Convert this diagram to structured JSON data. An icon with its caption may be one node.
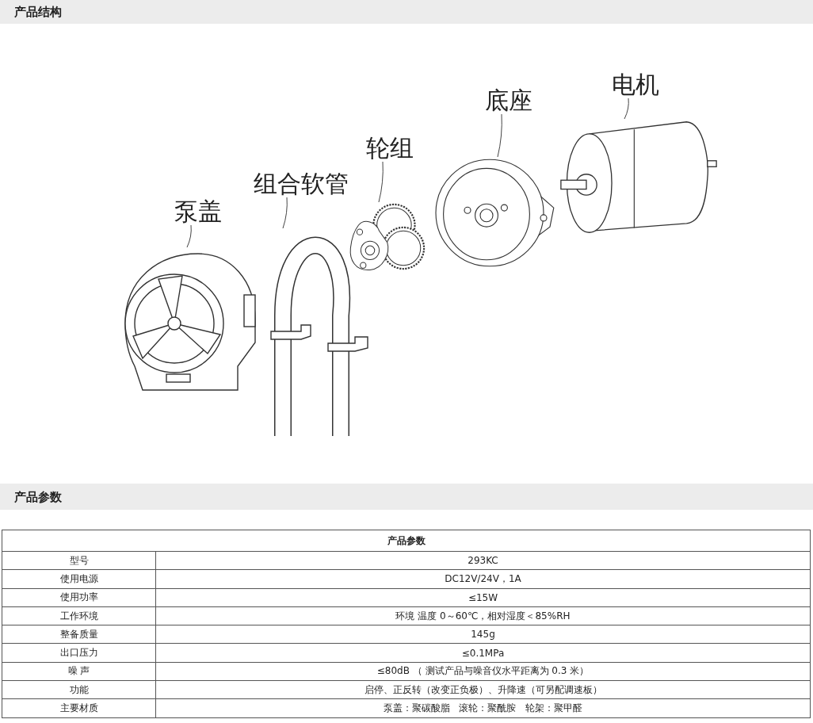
{
  "diagram": {
    "nodes": [
      {
        "text": [
          "泵盖"
        ]
      },
      {
        "text": [
          "组合软管"
        ]
      },
      {
        "text": [
          "轮组"
        ]
      },
      {
        "text": [
          "底座"
        ]
      },
      {
        "text": [
          "电机"
        ]
      },
      {
        "text": [],
        "shape": "picture"
      },
      {
        "text": [],
        "shape": "picture"
      },
      {
        "text": [],
        "shape": "picture"
      },
      {
        "text": [],
        "shape": "picture"
      },
      {
        "text": [],
        "shape": "picture"
      }
    ],
    "edges": [
      {
        "from": 0,
        "to": 5,
        "arrow": "none"
      },
      {
        "from": 1,
        "to": 6,
        "arrow": "none"
      },
      {
        "from": 2,
        "to": 7,
        "arrow": "none"
      },
      {
        "from": 3,
        "to": 8,
        "arrow": "none"
      },
      {
        "from": 4,
        "to": 9,
        "arrow": "none"
      }
    ],
    "labels": [
      "产品结构",
      "产品参数",
      "产品参数",
      "型号",
      "293KC",
      "使用电源",
      "DC12V/24V，1A",
      "使用功率",
      "≤15W",
      "工作环境",
      "环境 温度 0～60℃，相对湿度＜85%RH",
      "整备质量",
      "145g",
      "出口压力",
      "≤0.1MPa",
      "噪 声",
      "≤80dB （ 测试产品与噪音仪水平距离为 0.3 米）",
      "功能",
      "启停、正反转（改变正负极）、升降速（可另配调速板）",
      "主要材质",
      "泵盖：聚碳酸脂   滚轮：聚酰胺   轮架：聚甲醛"
    ]
  }
}
